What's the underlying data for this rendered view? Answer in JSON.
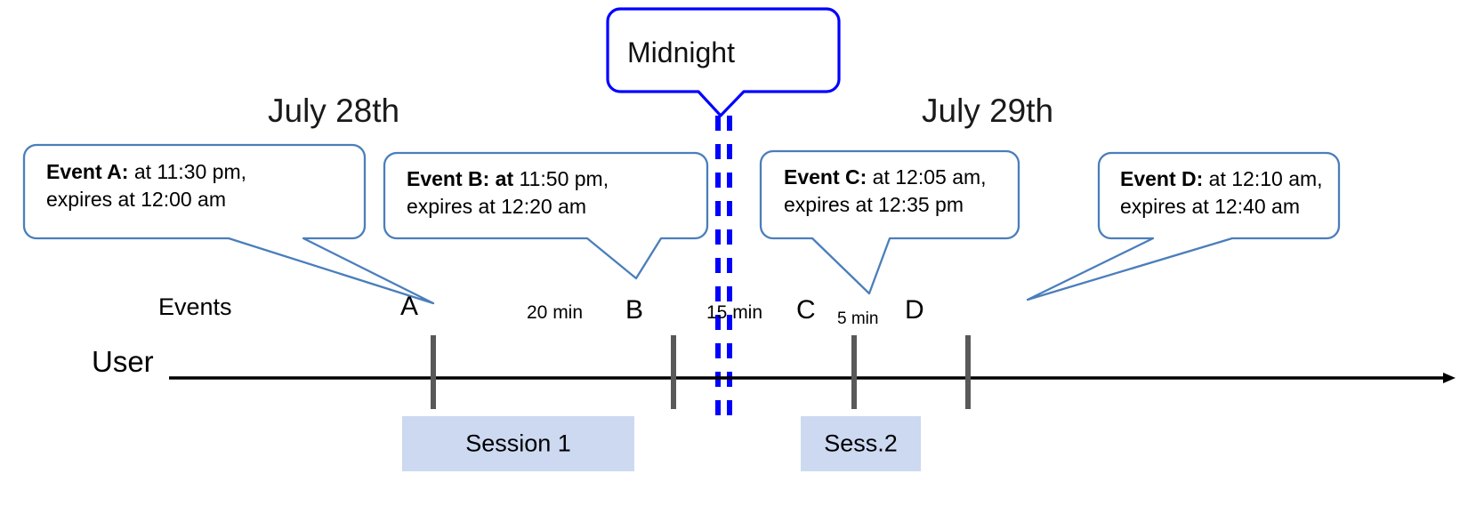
{
  "diagram": {
    "title_callout": {
      "label": "Midnight",
      "color": "#0000ff"
    },
    "date_headings": [
      {
        "label": "July 28th"
      },
      {
        "label": "July 29th"
      }
    ],
    "row_labels": {
      "events": "Events",
      "user": "User"
    },
    "callouts": [
      {
        "id": "A",
        "bold": "Event A:",
        "rest": " at 11:30 pm,",
        "line2": "expires at 12:00 am",
        "color": "#4a7ebb"
      },
      {
        "id": "B",
        "bold": "Event B: at",
        "rest": " 11:50 pm,",
        "line2": "expires at 12:20 am",
        "color": "#4a7ebb"
      },
      {
        "id": "C",
        "bold": "Event C:",
        "rest": " at 12:05 am,",
        "line2": "expires at 12:35 pm",
        "color": "#4a7ebb"
      },
      {
        "id": "D",
        "bold": "Event D:",
        "rest": "  at 12:10 am,",
        "line2": "expires at 12:40 am",
        "color": "#4a7ebb"
      }
    ],
    "markers": [
      {
        "label": "A"
      },
      {
        "label": "B"
      },
      {
        "label": "C"
      },
      {
        "label": "D"
      }
    ],
    "gaps": [
      {
        "label": "20 min"
      },
      {
        "label": "15 min"
      },
      {
        "label": "5 min"
      }
    ],
    "sessions": [
      {
        "label": "Session 1"
      },
      {
        "label": "Sess.2"
      }
    ],
    "colors": {
      "callout_stroke": "#4a7ebb",
      "midnight_stroke": "#0000ff",
      "session_fill": "#ccd9f0",
      "marker_tick": "#595959",
      "axis_line": "#000000"
    }
  }
}
